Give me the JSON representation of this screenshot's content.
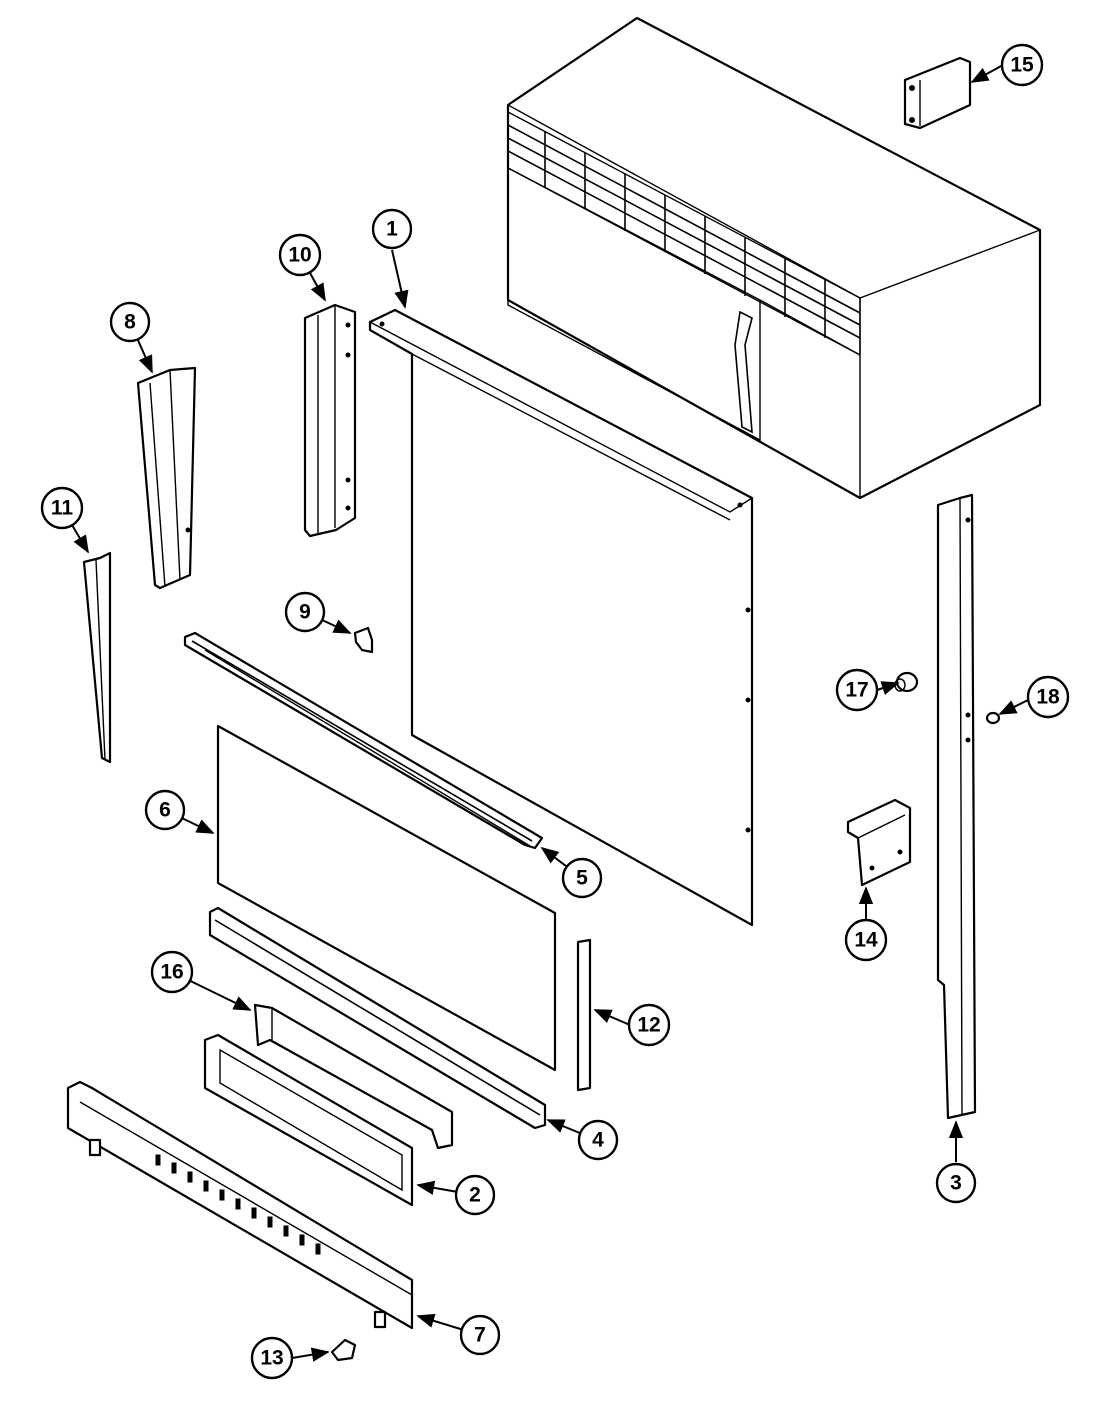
{
  "callouts": [
    {
      "id": "part-1",
      "label": "1"
    },
    {
      "id": "part-2",
      "label": "2"
    },
    {
      "id": "part-3",
      "label": "3"
    },
    {
      "id": "part-4",
      "label": "4"
    },
    {
      "id": "part-5",
      "label": "5"
    },
    {
      "id": "part-6",
      "label": "6"
    },
    {
      "id": "part-7",
      "label": "7"
    },
    {
      "id": "part-8",
      "label": "8"
    },
    {
      "id": "part-9",
      "label": "9"
    },
    {
      "id": "part-10",
      "label": "10"
    },
    {
      "id": "part-11",
      "label": "11"
    },
    {
      "id": "part-12",
      "label": "12"
    },
    {
      "id": "part-13",
      "label": "13"
    },
    {
      "id": "part-14",
      "label": "14"
    },
    {
      "id": "part-15",
      "label": "15"
    },
    {
      "id": "part-16",
      "label": "16"
    },
    {
      "id": "part-17",
      "label": "17"
    },
    {
      "id": "part-18",
      "label": "18"
    }
  ]
}
